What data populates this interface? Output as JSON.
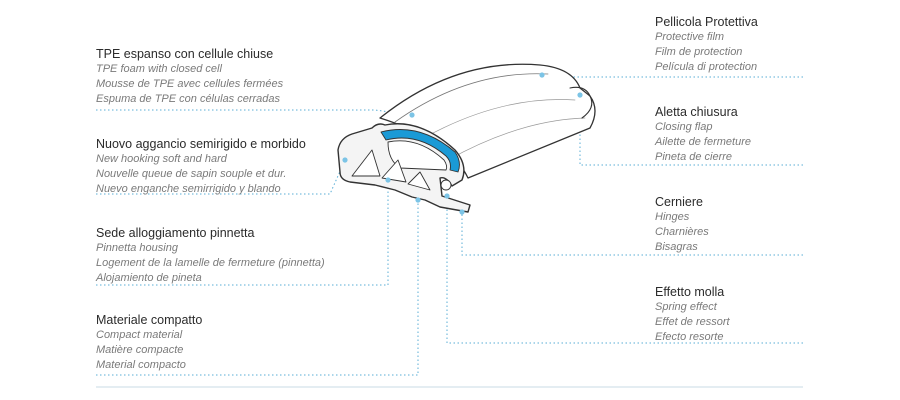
{
  "labels": {
    "tpe_foam": {
      "title": "TPE espanso con cellule chiuse",
      "lines": [
        "TPE foam with closed cell",
        "Mousse de TPE avec cellules fermées",
        "Espuma de TPE con células cerradas"
      ]
    },
    "hooking": {
      "title": "Nuovo aggancio semirigido e morbido",
      "lines": [
        "New hooking soft and hard",
        "Nouvelle queue de sapin souple et dur.",
        "Nuevo enganche semirrigido y blando"
      ]
    },
    "housing": {
      "title": "Sede alloggiamento pinnetta",
      "lines": [
        "Pinnetta housing",
        "Logement de la lamelle de fermeture (pinnetta)",
        "Alojamiento de  pineta"
      ]
    },
    "compact": {
      "title": "Materiale compatto",
      "lines": [
        "Compact material",
        "Matière compacte",
        "Material compacto"
      ]
    },
    "film": {
      "title": "Pellicola Protettiva",
      "lines": [
        "Protective film",
        "Film de protection",
        "Película di protection"
      ]
    },
    "flap": {
      "title": "Aletta chiusura",
      "lines": [
        "Closing flap",
        "Ailette de fermeture",
        "Pineta de cierre"
      ]
    },
    "hinges": {
      "title": "Cerniere",
      "lines": [
        "Hinges",
        "Charnières",
        "Bisagras"
      ]
    },
    "spring": {
      "title": "Effetto molla",
      "lines": [
        "Spring effect",
        "Effet de ressort",
        "Efecto resorte"
      ]
    }
  },
  "colors": {
    "leader": "#5aaed6",
    "accent_blue": "#1a9ad6",
    "outline": "#333333",
    "dot": "#7cc4e6",
    "divider": "#c9dbe6"
  }
}
